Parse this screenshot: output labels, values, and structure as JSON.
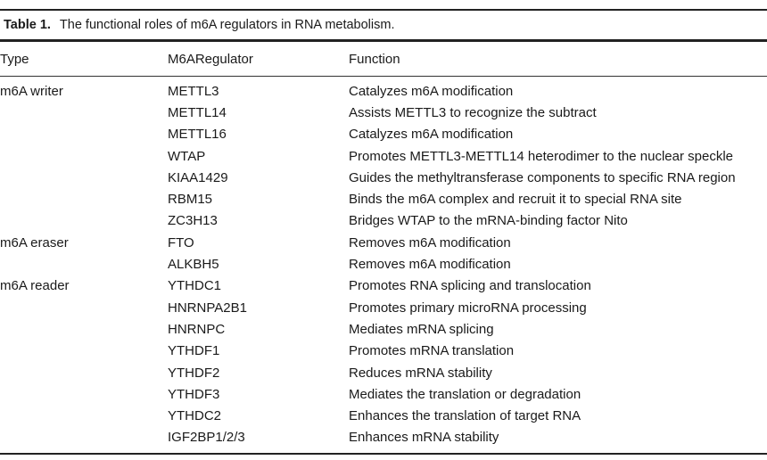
{
  "table": {
    "caption_label": "Table 1.",
    "caption_text": "The functional roles of m6A regulators in RNA metabolism.",
    "headers": [
      "Type",
      "M6ARegulator",
      "Function"
    ],
    "rows": [
      [
        "m6A writer",
        "METTL3",
        "Catalyzes m6A modification"
      ],
      [
        "",
        "METTL14",
        "Assists METTL3 to recognize the subtract"
      ],
      [
        "",
        "METTL16",
        "Catalyzes m6A modification"
      ],
      [
        "",
        "WTAP",
        "Promotes METTL3-METTL14 heterodimer to the nuclear speckle"
      ],
      [
        "",
        "KIAA1429",
        "Guides the methyltransferase components to specific RNA region"
      ],
      [
        "",
        "RBM15",
        "Binds the m6A complex and recruit it to special RNA site"
      ],
      [
        "",
        "ZC3H13",
        "Bridges WTAP to the mRNA-binding factor Nito"
      ],
      [
        "m6A eraser",
        "FTO",
        "Removes m6A modification"
      ],
      [
        "",
        "ALKBH5",
        "Removes m6A modification"
      ],
      [
        "m6A reader",
        "YTHDC1",
        "Promotes RNA splicing and translocation"
      ],
      [
        "",
        "HNRNPA2B1",
        "Promotes primary microRNA processing"
      ],
      [
        "",
        "HNRNPC",
        "Mediates mRNA splicing"
      ],
      [
        "",
        "YTHDF1",
        "Promotes mRNA translation"
      ],
      [
        "",
        "YTHDF2",
        "Reduces mRNA stability"
      ],
      [
        "",
        "YTHDF3",
        "Mediates the translation or degradation"
      ],
      [
        "",
        "YTHDC2",
        "Enhances the translation of target RNA"
      ],
      [
        "",
        "IGF2BP1/2/3",
        "Enhances mRNA stability"
      ]
    ]
  }
}
